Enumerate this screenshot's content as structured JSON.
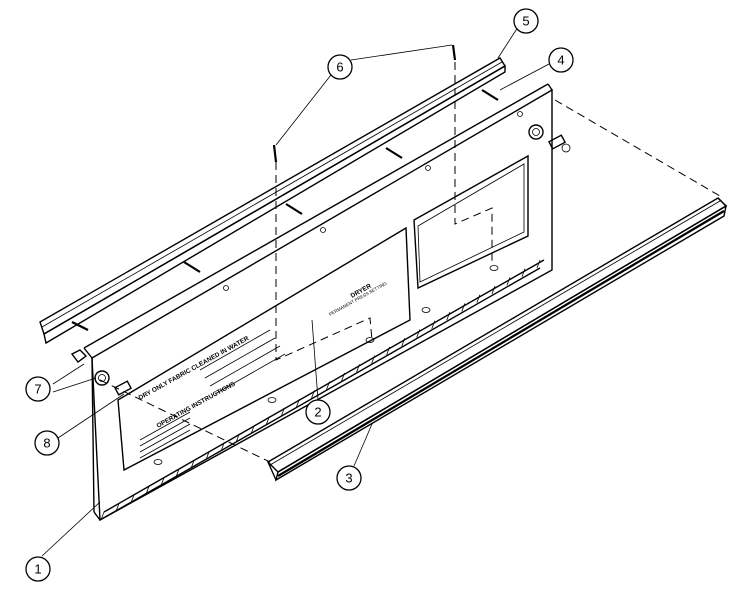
{
  "panel": {
    "label_dryer": "DRYER",
    "label_dryer_sub": "PERMANENT PRESS SETTING",
    "label_caution": "DRY ONLY FABRIC CLEANED IN WATER",
    "label_instructions": "OPERATING INSTRUCTIONS"
  },
  "callouts": [
    {
      "id": "callout-1",
      "number": "1"
    },
    {
      "id": "callout-2",
      "number": "2"
    },
    {
      "id": "callout-3",
      "number": "3"
    },
    {
      "id": "callout-4",
      "number": "4"
    },
    {
      "id": "callout-5",
      "number": "5"
    },
    {
      "id": "callout-6",
      "number": "6"
    },
    {
      "id": "callout-7",
      "number": "7"
    },
    {
      "id": "callout-8",
      "number": "8"
    }
  ]
}
